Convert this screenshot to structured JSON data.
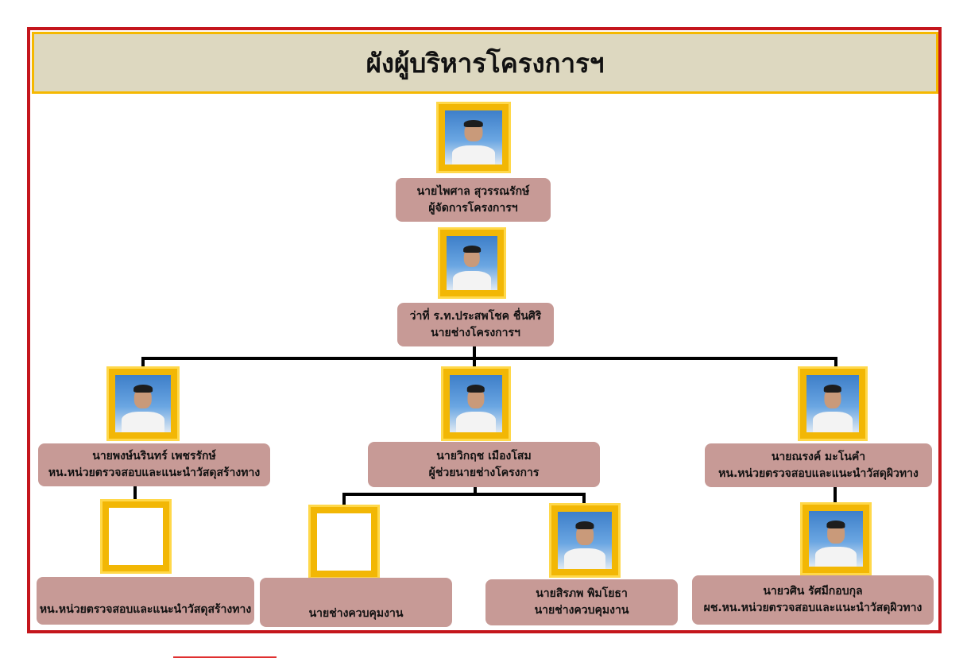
{
  "title": "ผังผู้บริหารโครงการฯ",
  "colors": {
    "frame_border": "#c4161c",
    "title_background": "#ddd8c0",
    "photo_frame": "#f2b705",
    "label_box": "#c79a96",
    "connector": "#000000",
    "footer_line": "#e03030"
  },
  "nodes": {
    "project_manager": {
      "name": "นายไพศาล สุวรรณรักษ์",
      "role": "ผู้จัดการโครงการฯ",
      "photo": "portrait"
    },
    "project_engineer": {
      "name": "ว่าที่ ร.ท.ประสพโชค ชื่นศิริ",
      "role": "นายช่างโครงการฯ",
      "photo": "portrait"
    },
    "inspection_head_left": {
      "name": "นายพงษ์นรินทร์ เพชรรักษ์",
      "role": "หน.หน่วยตรวจสอบและแนะนำวัสดุสร้างทาง",
      "photo": "portrait"
    },
    "assistant_engineer": {
      "name": "นายวิกฤช เมืองโสม",
      "role": "ผู้ช่วยนายช่างโครงการ",
      "photo": "portrait"
    },
    "inspection_head_right": {
      "name": "นายณรงค์ มะโนคำ",
      "role": "หน.หน่วยตรวจสอบและแนะนำวัสดุผิวทาง",
      "photo": "portrait"
    },
    "vacant_inspection": {
      "name": "",
      "role": "หน.หน่วยตรวจสอบและแนะนำวัสดุสร้างทาง",
      "photo": "empty"
    },
    "vacant_supervisor": {
      "name": "",
      "role": "นายช่างควบคุมงาน",
      "photo": "empty"
    },
    "supervisor_sirapop": {
      "name": "นายสิรภพ พิมโยธา",
      "role": "นายช่างควบคุมงาน",
      "photo": "portrait"
    },
    "deputy_inspection_right": {
      "name": "นายวศิน รัศมีกอบกุล",
      "role": "ผช.หน.หน่วยตรวจสอบและแนะนำวัสดุผิวทาง",
      "photo": "portrait"
    }
  }
}
